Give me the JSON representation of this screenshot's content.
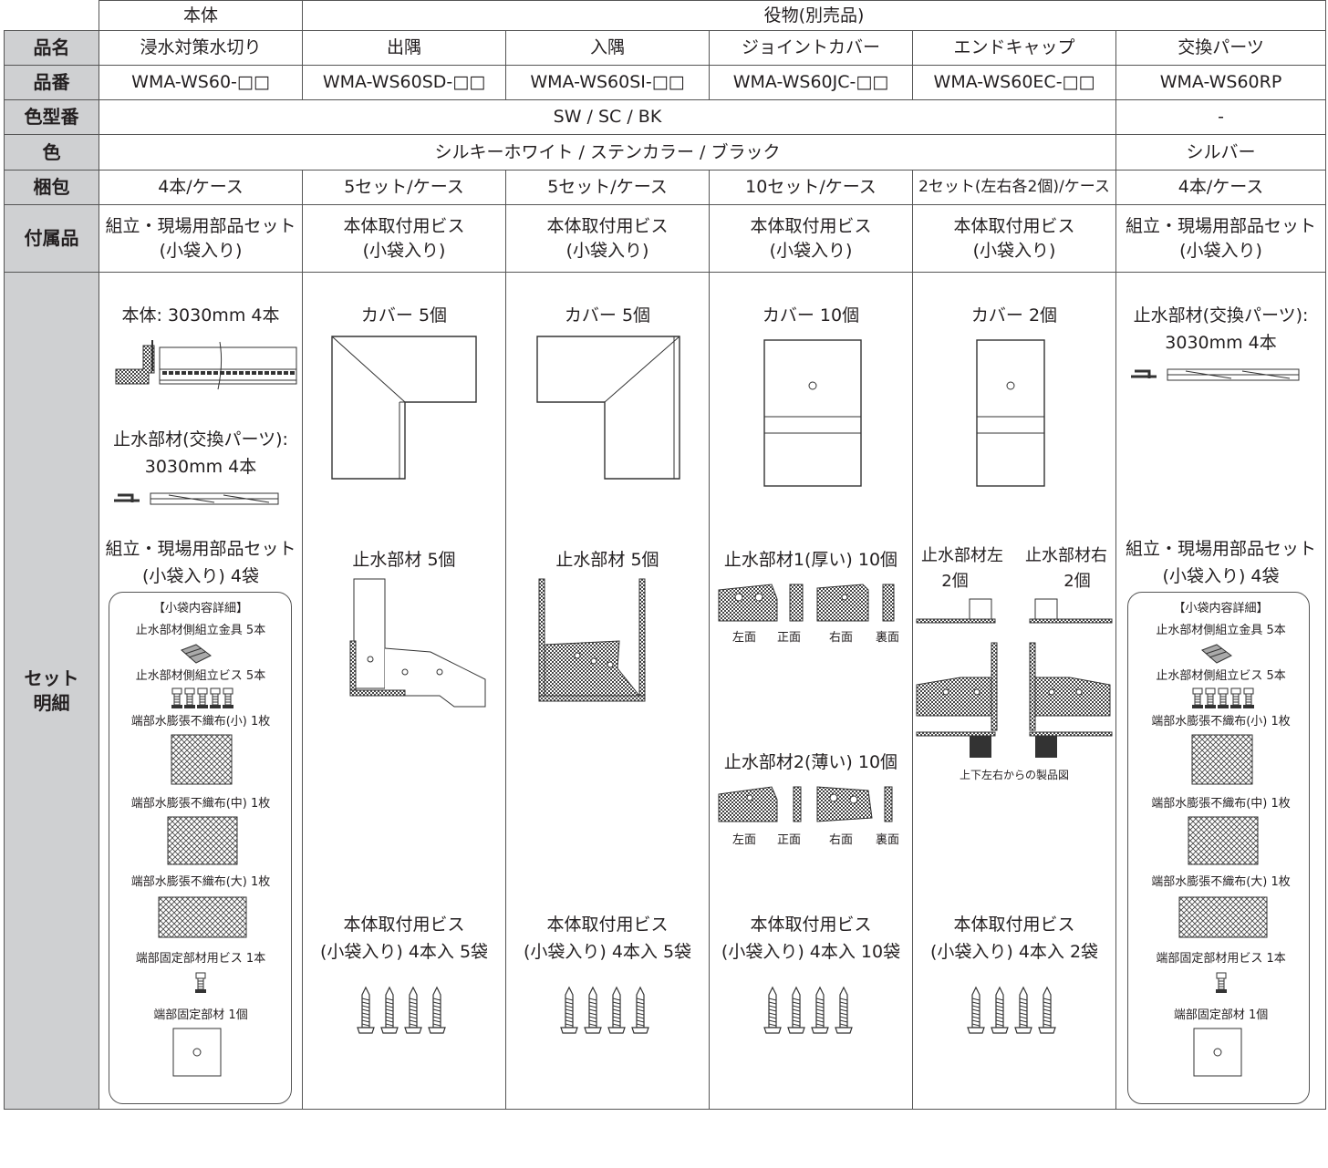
{
  "header": {
    "main": "本体",
    "accessories": "役物(別売品)"
  },
  "row_labels": {
    "name": "品名",
    "code": "品番",
    "color_code": "色型番",
    "color": "色",
    "packing": "梱包",
    "included": "付属品",
    "detail_1": "セット",
    "detail_2": "明細"
  },
  "columns": [
    {
      "name": "浸水対策水切り",
      "code": "WMA-WS60-□□",
      "packing": "4本/ケース",
      "included_1": "組立・現場用部品セット",
      "included_2": "(小袋入り)"
    },
    {
      "name": "出隅",
      "code": "WMA-WS60SD-□□",
      "packing": "5セット/ケース",
      "included_1": "本体取付用ビス",
      "included_2": "(小袋入り)"
    },
    {
      "name": "入隅",
      "code": "WMA-WS60SI-□□",
      "packing": "5セット/ケース",
      "included_1": "本体取付用ビス",
      "included_2": "(小袋入り)"
    },
    {
      "name": "ジョイントカバー",
      "code": "WMA-WS60JC-□□",
      "packing": "10セット/ケース",
      "included_1": "本体取付用ビス",
      "included_2": "(小袋入り)"
    },
    {
      "name": "エンドキャップ",
      "code": "WMA-WS60EC-□□",
      "packing": "2セット(左右各2個)/ケース",
      "included_1": "本体取付用ビス",
      "included_2": "(小袋入り)"
    },
    {
      "name": "交換パーツ",
      "code": "WMA-WS60RP",
      "packing": "4本/ケース",
      "included_1": "組立・現場用部品セット",
      "included_2": "(小袋入り)"
    }
  ],
  "color_code_shared": "SW / SC / BK",
  "color_code_rp": "-",
  "color_shared": "シルキーホワイト / ステンカラー / ブラック",
  "color_rp": "シルバー",
  "details": {
    "body": {
      "main": "本体: 3030mm 4本",
      "seal_1": "止水部材(交換パーツ):",
      "seal_2": "3030mm 4本",
      "set_1": "組立・現場用部品セット",
      "set_2": "(小袋入り) 4袋",
      "bag_title": "【小袋内容詳細】",
      "bag_1": "止水部材側組立金具 5本",
      "bag_2": "止水部材側組立ビス 5本",
      "bag_3": "端部水膨張不織布(小) 1枚",
      "bag_4": "端部水膨張不織布(中) 1枚",
      "bag_5": "端部水膨張不織布(大) 1枚",
      "bag_6": "端部固定部材用ビス 1本",
      "bag_7": "端部固定部材 1個"
    },
    "sd": {
      "cover": "カバー 5個",
      "seal": "止水部材 5個",
      "screw_1": "本体取付用ビス",
      "screw_2": "(小袋入り) 4本入 5袋"
    },
    "si": {
      "cover": "カバー 5個",
      "seal": "止水部材 5個",
      "screw_1": "本体取付用ビス",
      "screw_2": "(小袋入り) 4本入 5袋"
    },
    "jc": {
      "cover": "カバー 10個",
      "seal_1": "止水部材1(厚い) 10個",
      "seal_2": "止水部材2(薄い) 10個",
      "left": "左面",
      "front": "正面",
      "right": "右面",
      "back": "裏面",
      "screw_1": "本体取付用ビス",
      "screw_2": "(小袋入り) 4本入 10袋"
    },
    "ec": {
      "cover": "カバー 2個",
      "seal_left_1": "止水部材左",
      "seal_left_2": "2個",
      "seal_right_1": "止水部材右",
      "seal_right_2": "2個",
      "caption": "上下左右からの製品図",
      "screw_1": "本体取付用ビス",
      "screw_2": "(小袋入り) 4本入 2袋"
    },
    "rp": {
      "seal_1": "止水部材(交換パーツ):",
      "seal_2": "3030mm 4本",
      "set_1": "組立・現場用部品セット",
      "set_2": "(小袋入り) 4袋",
      "bag_title": "【小袋内容詳細】",
      "bag_1": "止水部材側組立金具 5本",
      "bag_2": "止水部材側組立ビス 5本",
      "bag_3": "端部水膨張不織布(小) 1枚",
      "bag_4": "端部水膨張不織布(中) 1枚",
      "bag_5": "端部水膨張不織布(大) 1枚",
      "bag_6": "端部固定部材用ビス 1本",
      "bag_7": "端部固定部材 1個"
    }
  }
}
